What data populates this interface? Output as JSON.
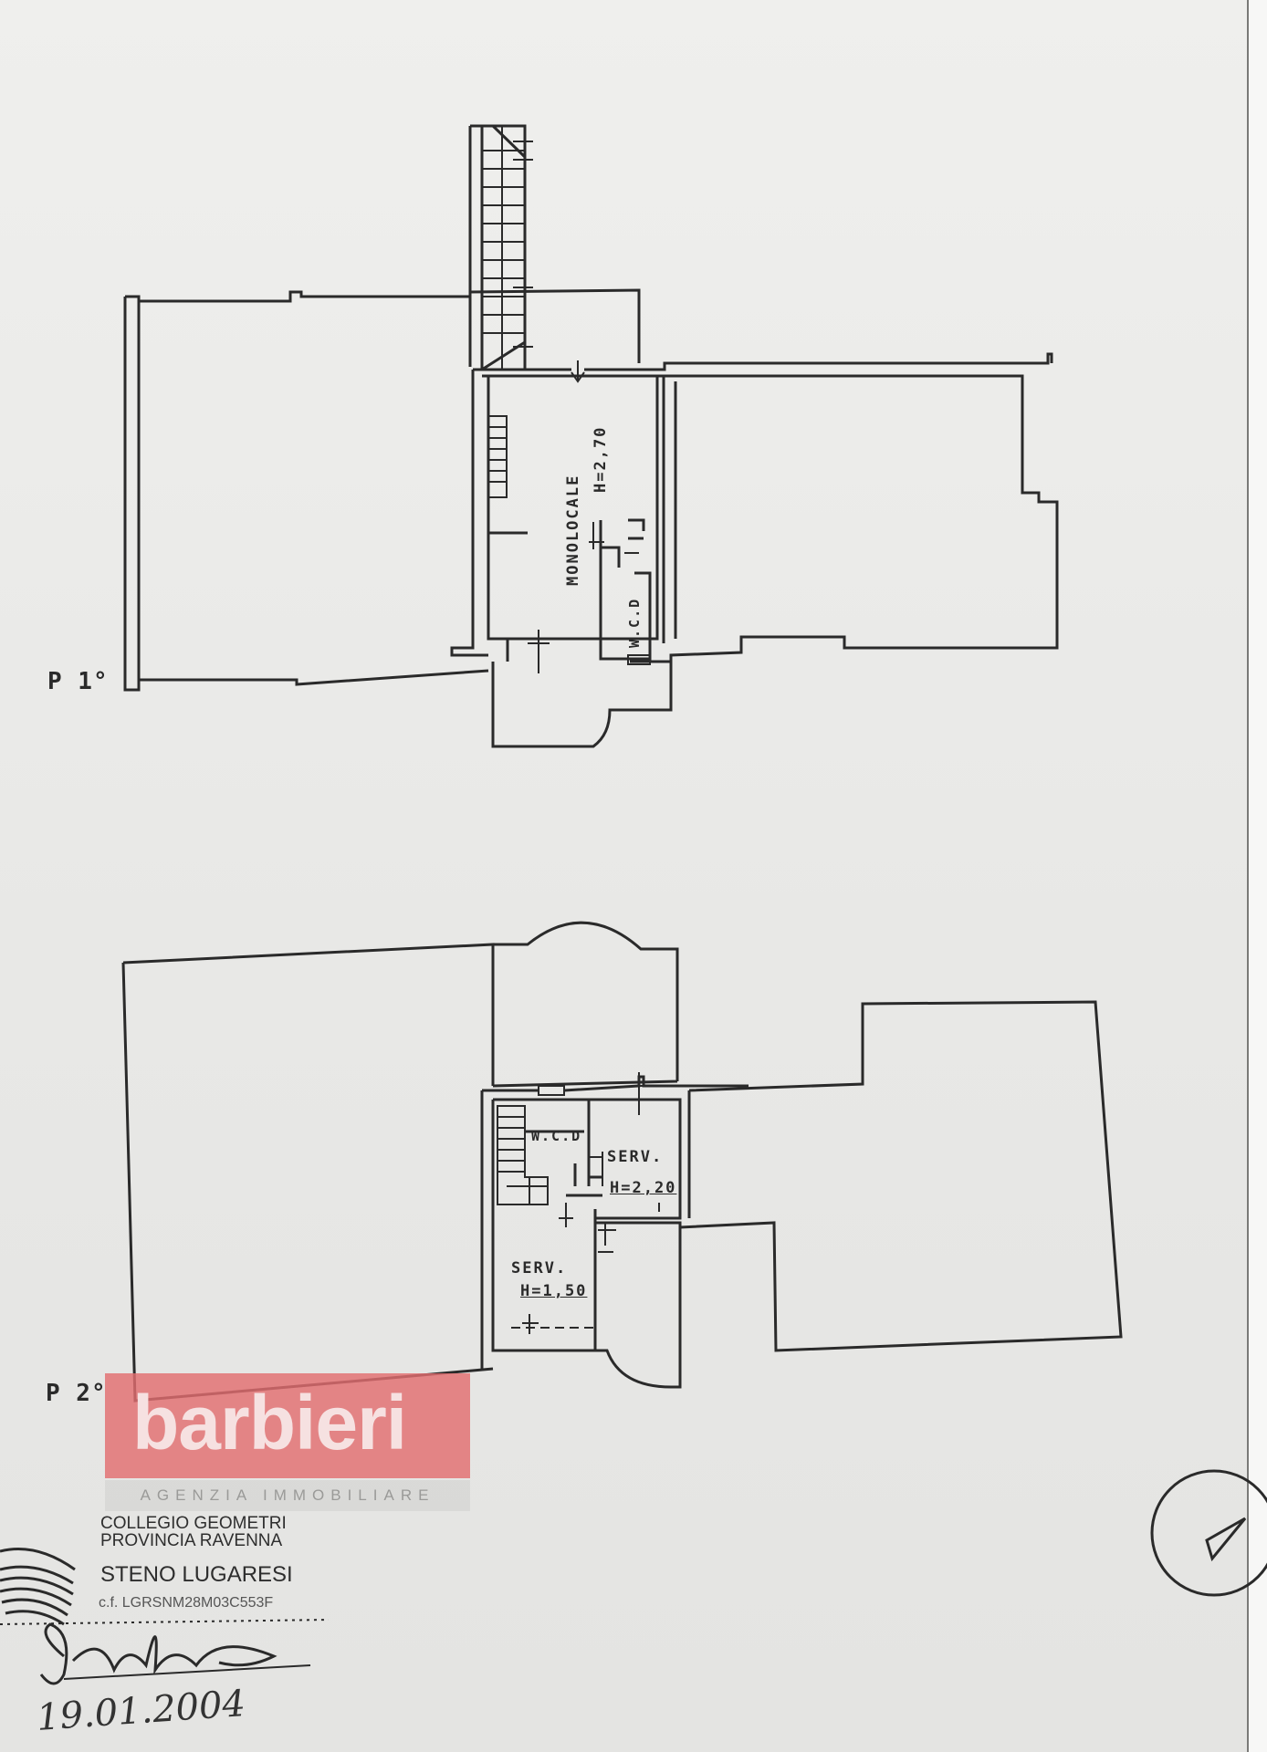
{
  "floors": [
    {
      "id": "p1",
      "label": "P 1°"
    },
    {
      "id": "p2",
      "label": "P 2°"
    }
  ],
  "rooms": {
    "monolocale": {
      "name": "MONOLOCALE",
      "height": "H=2,70"
    },
    "wc_p1": {
      "name": "W.C.D"
    },
    "wc_p2": {
      "name": "W.C.D"
    },
    "serv_upper": {
      "name": "SERV.",
      "height": "H=2,20"
    },
    "serv_lower": {
      "name": "SERV.",
      "height": "H=1,50"
    }
  },
  "watermark": {
    "brand": "barbieri",
    "tagline": "AGENZIA IMMOBILIARE"
  },
  "stamp": {
    "line1": "COLLEGIO GEOMETRI",
    "line2": "PROVINCIA RAVENNA",
    "name": "STENO LUGARESI",
    "code": "c.f. LGRSNM28M03C553F",
    "date": "19.01.2004"
  },
  "colors": {
    "ink": "#2a2a2a",
    "paper": "#ececea",
    "watermark": "#e26e70"
  },
  "icons": {
    "north": "north-arrow-icon",
    "stamp_seal": "stamp-seal-icon",
    "signature": "signature-icon"
  }
}
